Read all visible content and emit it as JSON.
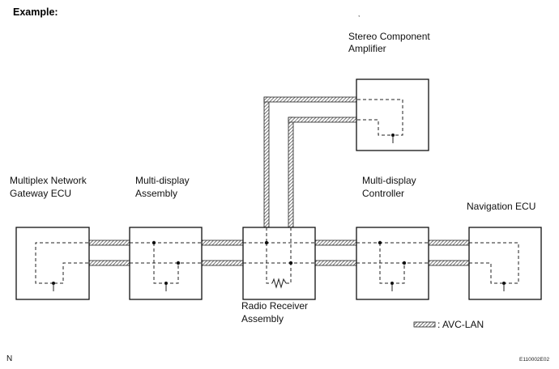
{
  "heading": "Example:",
  "components": {
    "gateway": [
      "Multiplex Network",
      "Gateway ECU"
    ],
    "multi_display_assembly": [
      "Multi-display",
      "Assembly"
    ],
    "stereo_amp": [
      "Stereo Component",
      "Amplifier"
    ],
    "multi_display_controller": [
      "Multi-display",
      "Controller"
    ],
    "navigation": "Navigation ECU",
    "radio": [
      "Radio Receiver",
      "Assembly"
    ]
  },
  "legend": {
    "label": ": AVC-LAN"
  },
  "corner_mark": "N",
  "figure_code": "E110002E02"
}
